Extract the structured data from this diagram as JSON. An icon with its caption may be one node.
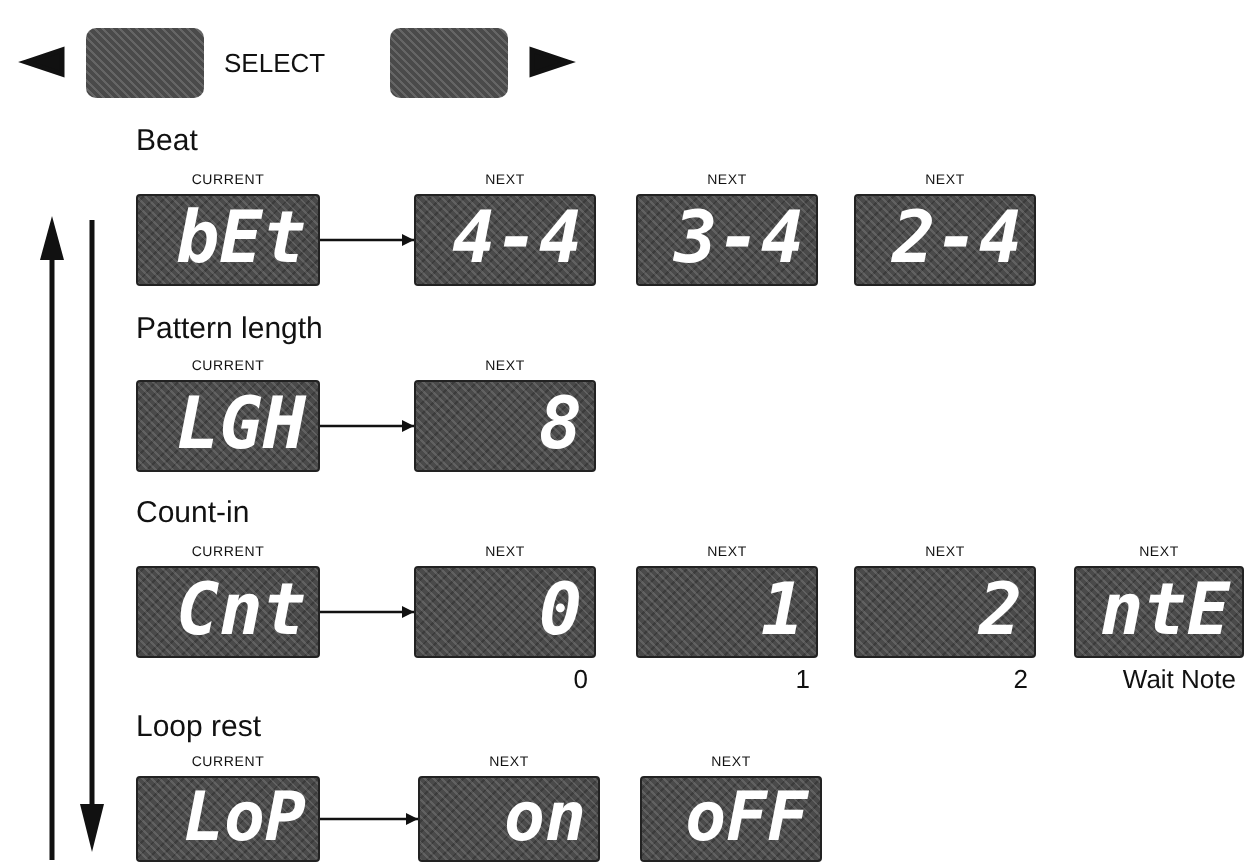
{
  "diagram": {
    "nodes": [
      {
        "text": [],
        "shape": "box"
      },
      {
        "text": [],
        "shape": "box"
      },
      {
        "text": [
          "CURRENT",
          "bEt"
        ]
      },
      {
        "text": [
          "NEXT",
          "4-4"
        ]
      },
      {
        "text": [
          "NEXT",
          "3-4"
        ]
      },
      {
        "text": [
          "NEXT",
          "2-4"
        ]
      },
      {
        "text": [
          "CURRENT",
          "LGH"
        ]
      },
      {
        "text": [
          "NEXT",
          "8"
        ]
      },
      {
        "text": [
          "CURRENT",
          "Cnt"
        ]
      },
      {
        "text": [
          "NEXT",
          "0"
        ],
        "beside": [
          "0"
        ]
      },
      {
        "text": [
          "NEXT",
          "1"
        ],
        "beside": [
          "1"
        ]
      },
      {
        "text": [
          "NEXT",
          "2"
        ],
        "beside": [
          "2"
        ]
      },
      {
        "text": [
          "NEXT",
          "ntE"
        ],
        "beside": [
          "Wait Note"
        ]
      },
      {
        "text": [
          "CURRENT",
          "LoP"
        ]
      },
      {
        "text": [
          "NEXT",
          "on"
        ]
      },
      {
        "text": [
          "NEXT",
          "oFF"
        ]
      }
    ],
    "edges": [
      {
        "from": 2,
        "to": 3,
        "arrow": "to"
      },
      {
        "from": 6,
        "to": 7,
        "arrow": "to"
      },
      {
        "from": 8,
        "to": 9,
        "arrow": "to"
      },
      {
        "from": 13,
        "to": 14,
        "arrow": "to"
      }
    ],
    "labels": [
      "SELECT",
      "Beat",
      "Pattern length",
      "Count-in",
      "Loop rest"
    ]
  }
}
